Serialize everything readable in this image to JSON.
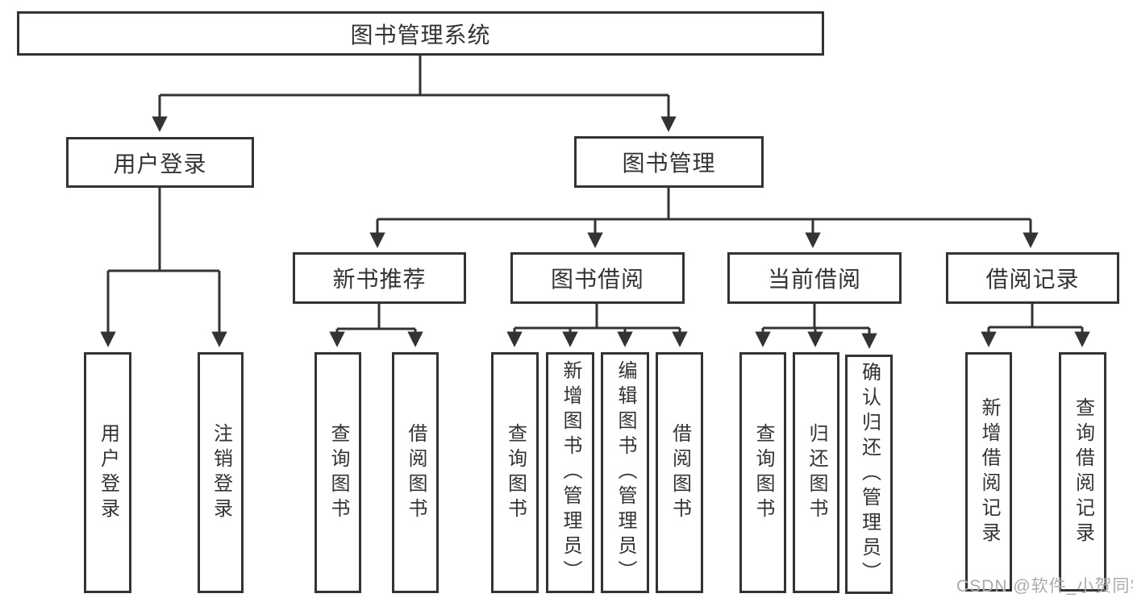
{
  "diagram": {
    "root": {
      "label": "图书管理系统"
    },
    "branches": {
      "user": {
        "label": "用户登录",
        "children": [
          {
            "label": "用户登录"
          },
          {
            "label": "注销登录"
          }
        ]
      },
      "book": {
        "label": "图书管理",
        "groups": [
          {
            "label": "新书推荐",
            "children": [
              {
                "label": "查询图书"
              },
              {
                "label": "借阅图书"
              }
            ]
          },
          {
            "label": "图书借阅",
            "children": [
              {
                "label": "查询图书"
              },
              {
                "label": "新增图书（管理员）"
              },
              {
                "label": "编辑图书（管理员）"
              },
              {
                "label": "借阅图书"
              }
            ]
          },
          {
            "label": "当前借阅",
            "children": [
              {
                "label": "查询图书"
              },
              {
                "label": "归还图书"
              },
              {
                "label": "确认归还（管理员）"
              }
            ]
          },
          {
            "label": "借阅记录",
            "children": [
              {
                "label": "新增借阅记录"
              },
              {
                "label": "查询借阅记录"
              }
            ]
          }
        ]
      }
    }
  },
  "watermark": {
    "text": "CSDN @软件_小贺同学"
  },
  "colors": {
    "line": "#333333",
    "text": "#333333",
    "box_fill": "#ffffff",
    "watermark": "#ababab",
    "background": "#ffffff"
  }
}
